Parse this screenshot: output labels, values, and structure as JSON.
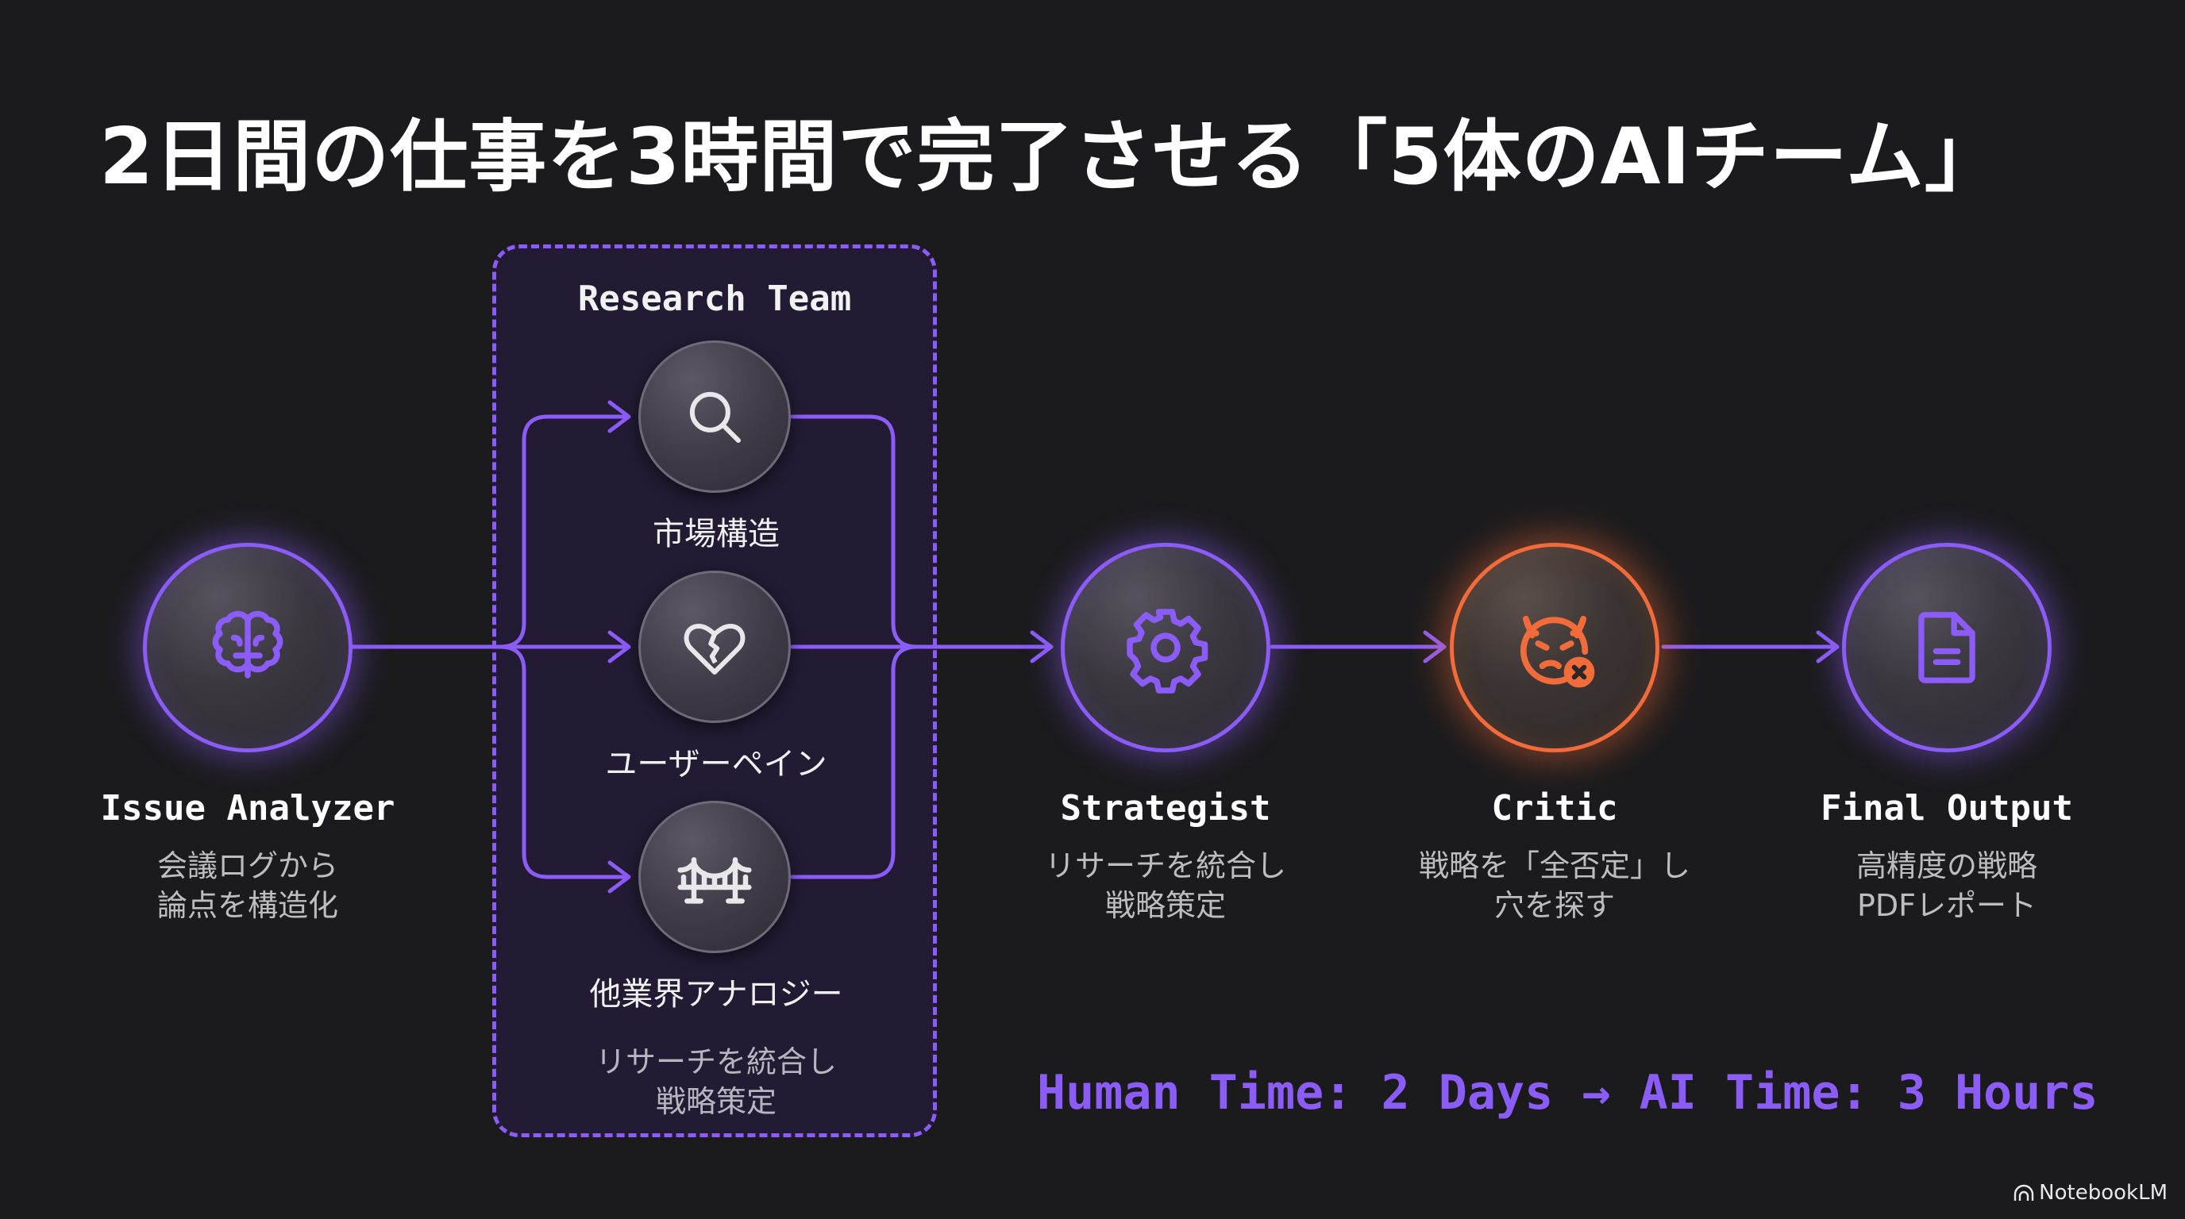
{
  "title": "2日間の仕事を3時間で完了させる「5体のAIチーム」",
  "colors": {
    "background": "#1b1b1d",
    "accent_purple": "#8b5cf6",
    "critic_orange": "#f26b3a",
    "team_box_bg": "#221b33"
  },
  "issue_analyzer": {
    "name": "Issue Analyzer",
    "desc_line1": "会議ログから",
    "desc_line2": "論点を構造化",
    "icon": "brain-icon"
  },
  "research_team": {
    "title": "Research Team",
    "members": [
      {
        "label": "市場構造",
        "icon": "search-icon"
      },
      {
        "label": "ユーザーペイン",
        "icon": "broken-heart-icon"
      },
      {
        "label": "他業界アナロジー",
        "icon": "bridge-icon"
      }
    ],
    "desc_line1": "リサーチを統合し",
    "desc_line2": "戦略策定"
  },
  "strategist": {
    "name": "Strategist",
    "desc_line1": "リサーチを統合し",
    "desc_line2": "戦略策定",
    "icon": "gear-icon"
  },
  "critic": {
    "name": "Critic",
    "desc_line1": "戦略を「全否定」し",
    "desc_line2": "穴を探す",
    "icon": "devil-face-x-icon"
  },
  "final_output": {
    "name": "Final Output",
    "desc_line1": "高精度の戦略",
    "desc_line2": "PDFレポート",
    "icon": "document-icon"
  },
  "timeline": "Human Time: 2 Days → AI Time: 3 Hours",
  "brand": "NotebookLM"
}
